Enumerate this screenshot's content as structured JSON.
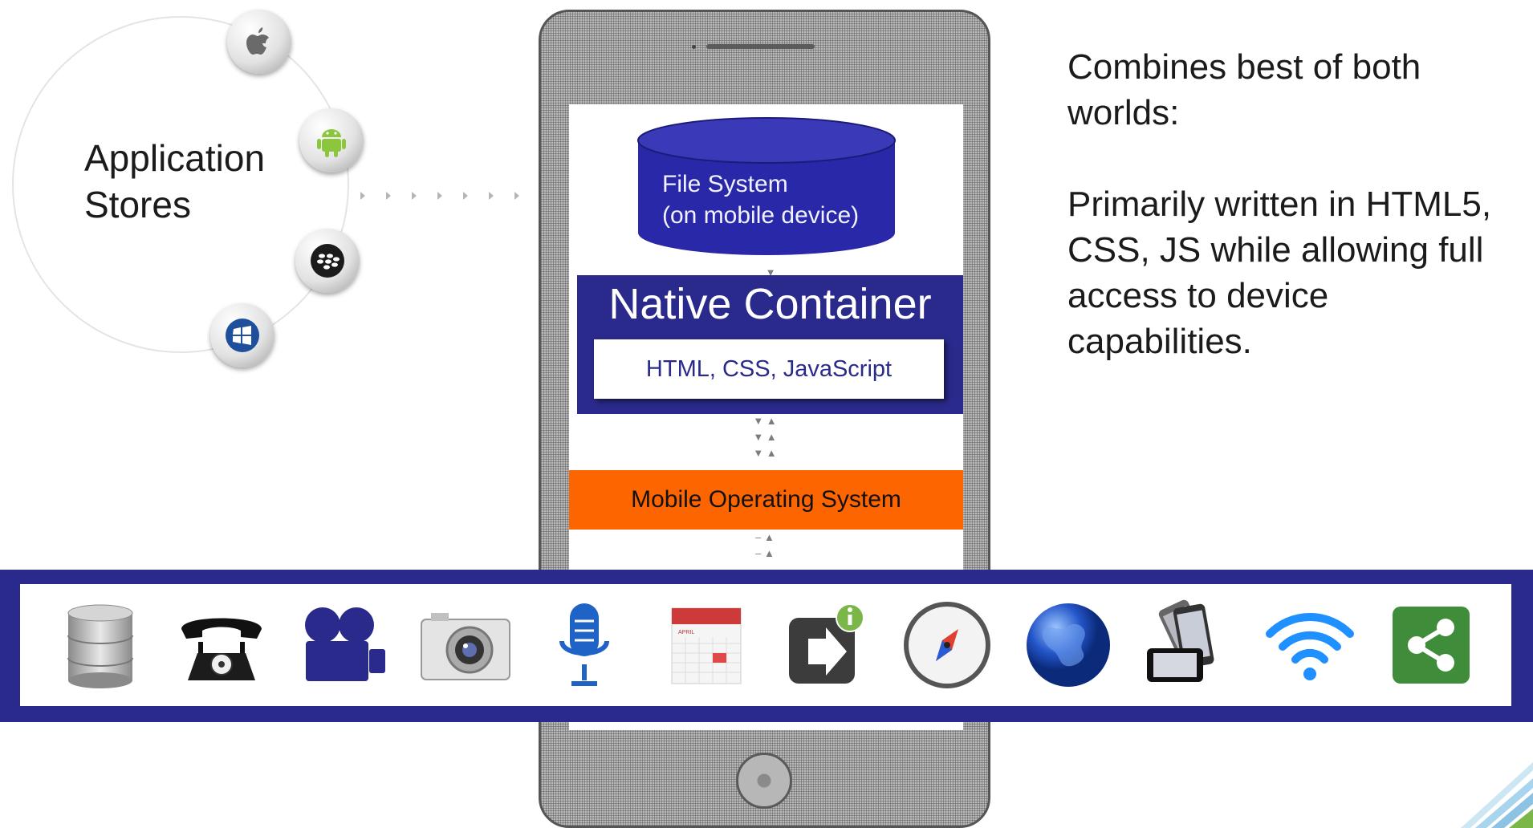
{
  "app_stores": {
    "label": "Application\nStores",
    "icons": [
      "apple-icon",
      "android-icon",
      "blackberry-icon",
      "windows-icon"
    ]
  },
  "phone": {
    "file_system": "File System\n(on mobile device)",
    "native_container": {
      "title": "Native Container",
      "code_label": "HTML, CSS, JavaScript"
    },
    "os_label": "Mobile Operating System"
  },
  "description": {
    "line1": "Combines best of both worlds:",
    "line2": "Primarily written in HTML5, CSS, JS while allowing full access to device capabilities."
  },
  "capabilities": [
    "database-icon",
    "telephone-icon",
    "video-camera-icon",
    "camera-icon",
    "microphone-icon",
    "calendar-icon",
    "notification-icon",
    "compass-icon",
    "globe-icon",
    "accelerometer-icon",
    "wifi-icon",
    "share-icon"
  ],
  "calendar_month": "APRIL",
  "colors": {
    "container_blue": "#2a2a8c",
    "os_orange": "#fd6500",
    "cylinder_blue": "#2828a8",
    "accent_green": "#7ab648"
  }
}
